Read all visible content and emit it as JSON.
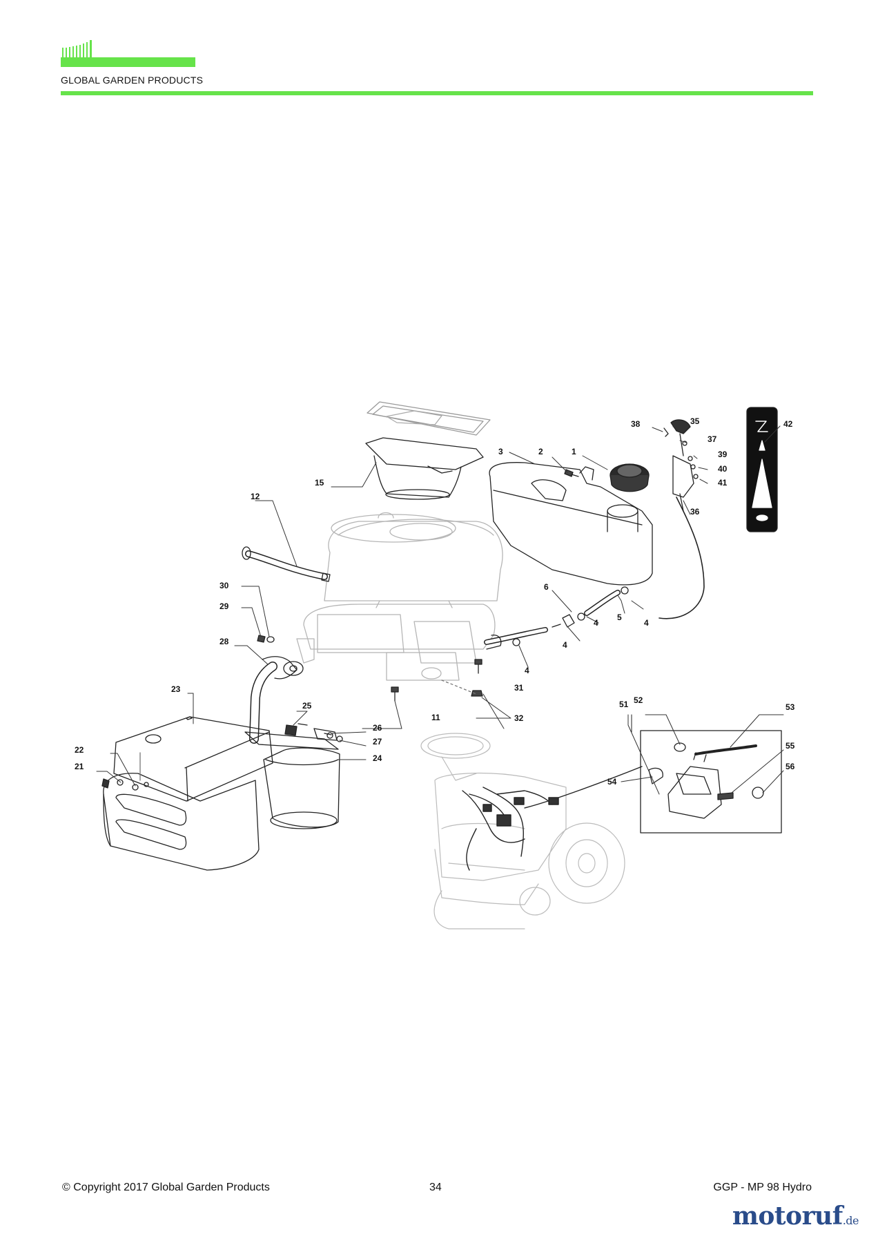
{
  "header": {
    "brand": "GLOBAL GARDEN PRODUCTS",
    "accent_color": "#66e34a"
  },
  "footer": {
    "copyright": "© Copyright 2017 Global Garden Products",
    "page_number": "34",
    "model": "GGP - MP 98 Hydro"
  },
  "watermark": {
    "name": "motoruf",
    "tld": ".de"
  },
  "callouts": {
    "c1": "1",
    "c2": "2",
    "c3": "3",
    "c4a": "4",
    "c4b": "4",
    "c4c": "4",
    "c4d": "4",
    "c5": "5",
    "c6": "6",
    "c11": "11",
    "c12": "12",
    "c15": "15",
    "c21": "21",
    "c22": "22",
    "c23": "23",
    "c24": "24",
    "c25": "25",
    "c26": "26",
    "c27": "27",
    "c28": "28",
    "c29": "29",
    "c30": "30",
    "c31": "31",
    "c32": "32",
    "c35": "35",
    "c36": "36",
    "c37": "37",
    "c38": "38",
    "c39": "39",
    "c40": "40",
    "c41": "41",
    "c42": "42",
    "c51": "51",
    "c52": "52",
    "c53": "53",
    "c54": "54",
    "c55": "55",
    "c56": "56"
  }
}
